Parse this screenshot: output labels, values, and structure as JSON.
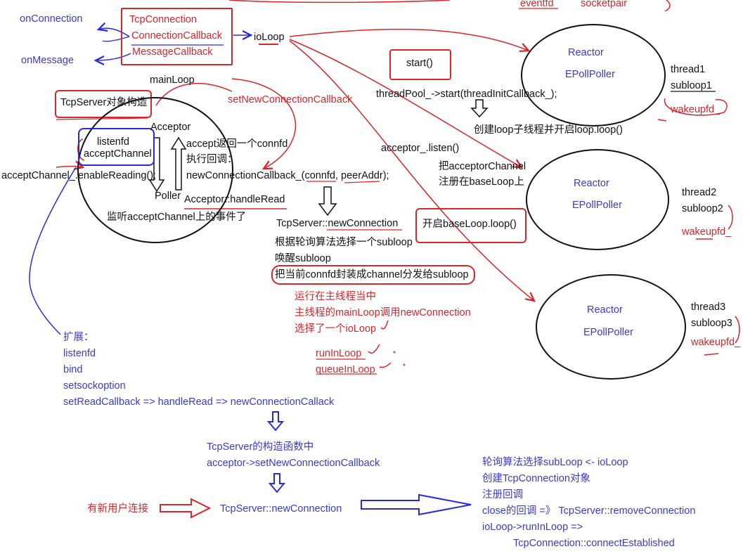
{
  "top_clipped": {
    "eventfd": "eventfd",
    "socketpair": "socketpair"
  },
  "callbacks": {
    "on_connection": "onConnection",
    "on_message": "onMessage"
  },
  "tcpconnection_box": {
    "title": "TcpConnection",
    "connection_callback": "ConnectionCallback",
    "message_callback": "MessageCallback"
  },
  "ioloop": "ioLoop",
  "mainloop": "mainLoop",
  "tcpserver_ctor": "TcpServer对象构造",
  "set_new_conn_cb": "setNewConnectionCallback",
  "acceptor_circle": {
    "listenfd": "listenfd",
    "accept_channel": "acceptChannel",
    "acceptor": "Acceptor",
    "poller": "Poller",
    "enable_reading": "acceptChannel_.enableReading();",
    "listen_note": "监听acceptChannel上的事件了"
  },
  "accept_steps": {
    "line1": "accept返回一个connfd",
    "line2": "执行回调：",
    "line3": "newConnectionCallback_(connfd, peerAddr);",
    "line4": "Acceptor::handleRead"
  },
  "start_box": "start()",
  "threadpool_start": "threadPool_->start(threadInitCallback_);",
  "create_loop": "创建loop子线程并开启loop.loop()",
  "acceptor_listen": "acceptor_.listen()",
  "register_acceptor": {
    "line1": "把acceptorChannel",
    "line2": "注册在baseLoop上"
  },
  "open_baseloop": "开启baseLoop.loop()",
  "tcpserver_newconn": {
    "title": "TcpServer::newConnection",
    "line1": "根据轮询算法选择一个subloop",
    "line2": "唤醒subloop",
    "line3": "把当前connfd封装成channel分发给subloop"
  },
  "main_thread_note": {
    "line1": "运行在主线程当中",
    "line2": "主线程的mainLoop调用newConnection",
    "line3": "选择了一个ioLoop",
    "run_in_loop": "runInLoop",
    "queue_in_loop": "queueInLoop"
  },
  "reactors": [
    {
      "reactor": "Reactor",
      "poller": "EPollPoller",
      "thread": "thread1",
      "subloop": "subloop1",
      "wakeup": "wakeupfd_"
    },
    {
      "reactor": "Reactor",
      "poller": "EPollPoller",
      "thread": "thread2",
      "subloop": "subloop2",
      "wakeup": "wakeupfd_"
    },
    {
      "reactor": "Reactor",
      "poller": "EPollPoller",
      "thread": "thread3",
      "subloop": "subloop3",
      "wakeup": "wakeupfd_"
    }
  ],
  "extension": {
    "title": "扩展：",
    "listenfd": "listenfd",
    "bind": "bind",
    "setsockoption": "setsockoption",
    "read_callback": "setReadCallback => handleRead => newConnectionCallack"
  },
  "flow": {
    "ctor_title": "TcpServer的构造函数中",
    "ctor_call": "acceptor->setNewConnectionCallback",
    "new_user": "有新用户连接",
    "newconn": "TcpServer::newConnection"
  },
  "final_steps": {
    "line1": "轮询算法选择subLoop   <- ioLoop",
    "line2": "创建TcpConnection对象",
    "line3": "注册回调",
    "line4": "close的回调 =》 TcpServer::removeConnection",
    "line5": "ioLoop->runInLoop    =>",
    "line6": "TcpConnection::connectEstablished"
  },
  "colors": {
    "red": "#d8262a",
    "blue": "#3a3ad2",
    "black": "#111111"
  }
}
